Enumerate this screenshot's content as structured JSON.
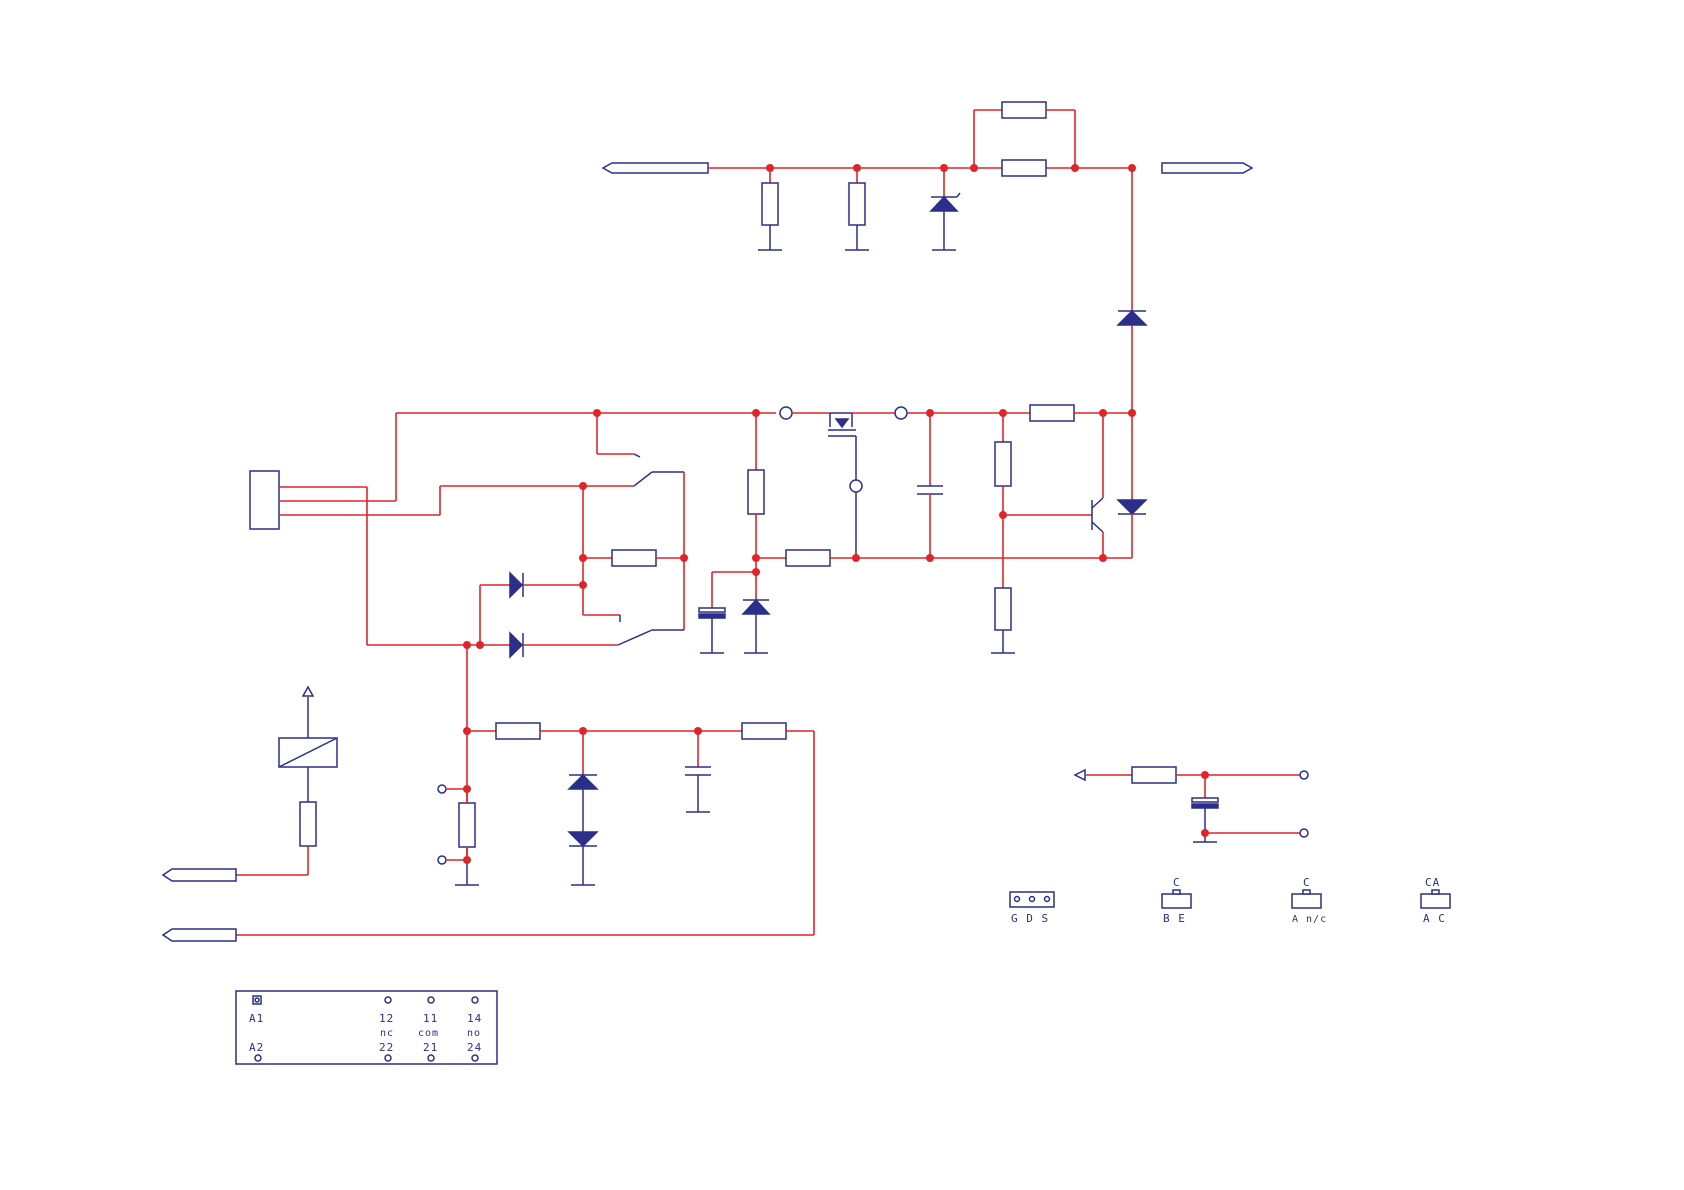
{
  "colors": {
    "wire": "#e0242a",
    "component": "#2b2f8a",
    "background": "#ffffff"
  },
  "relay_pinout": {
    "a1": "A1",
    "a2": "A2",
    "p12": "12",
    "p11": "11",
    "p14": "14",
    "nc": "nc",
    "com": "com",
    "no": "no",
    "p22": "22",
    "p21": "21",
    "p24": "24"
  },
  "packages": {
    "to220": {
      "pins": "G D S"
    },
    "transistor": {
      "top": "C",
      "bottom": "B E"
    },
    "diode_nc": {
      "top": "C",
      "bottom": "A n/c"
    },
    "diode_dual": {
      "top": "CA",
      "bottom": "A C"
    }
  }
}
